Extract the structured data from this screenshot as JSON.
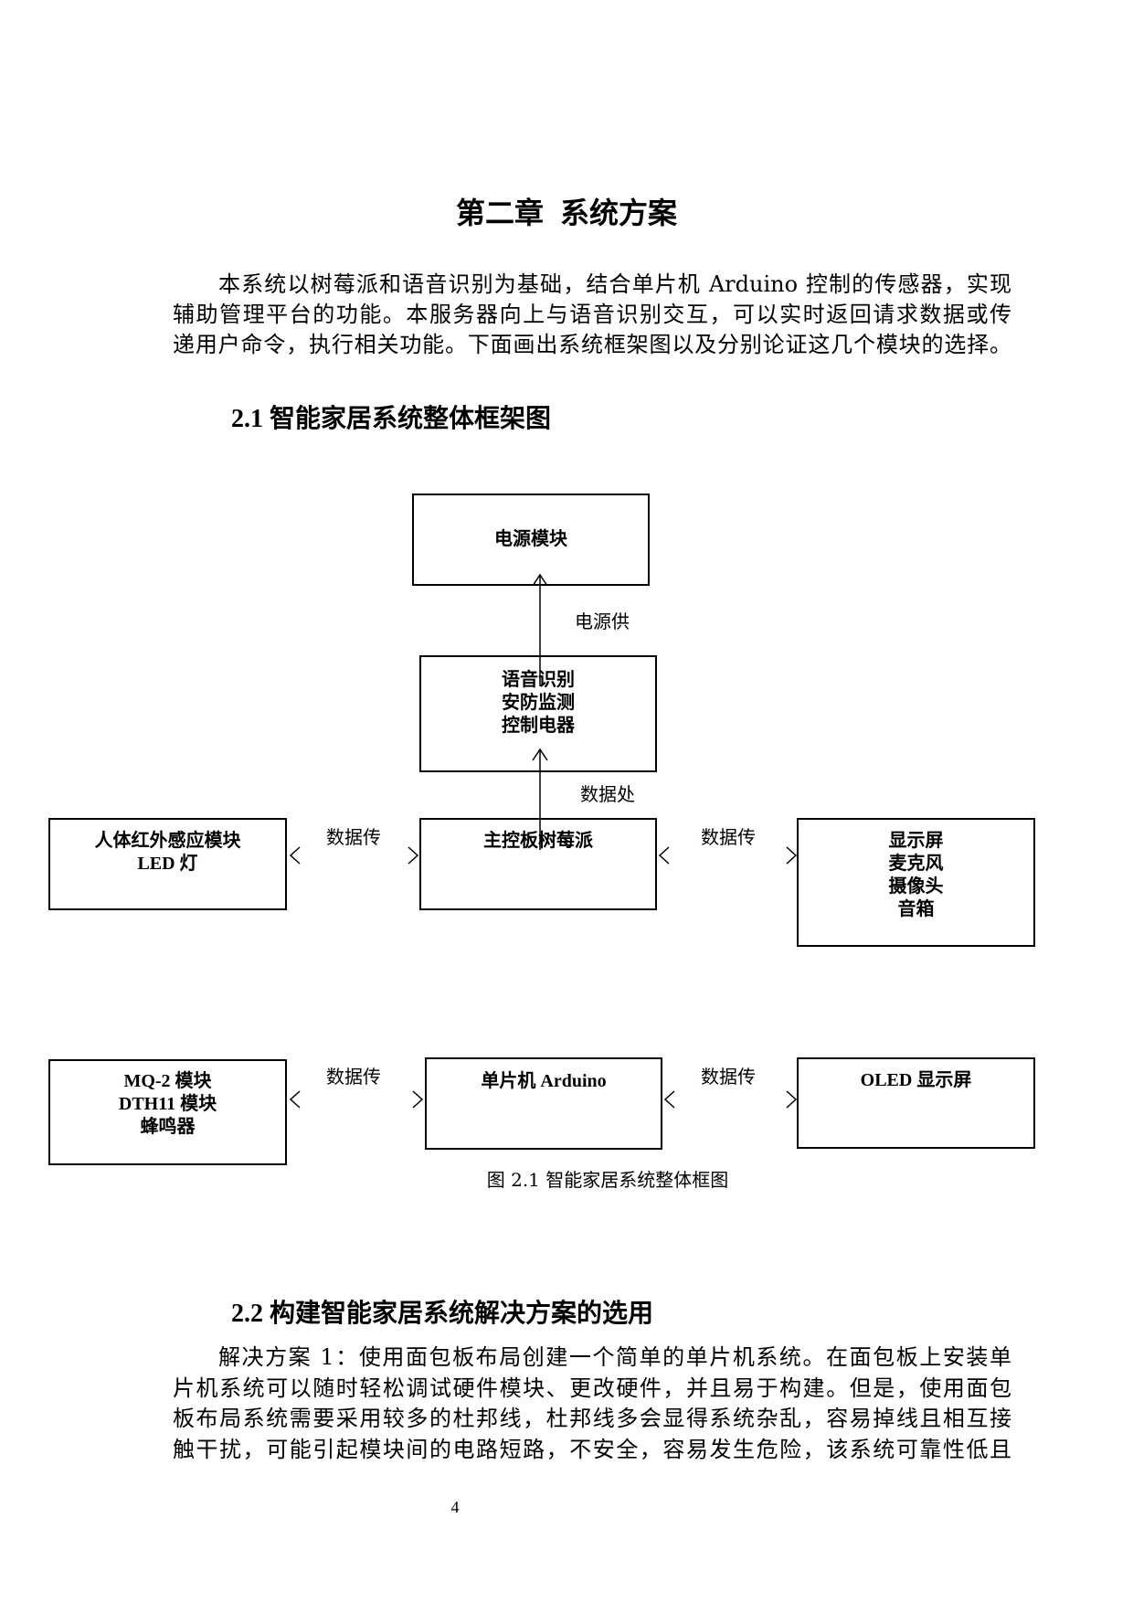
{
  "chapter_title": "第二章 系统方案",
  "intro": {
    "lines": [
      "本系统以树莓派和语音识别为基础，结合单片机 Arduino 控制的传感器，实现",
      "辅助管理平台的功能。本服务器向上与语音识别交互，可以实时返回请求数据或传",
      "递用户命令，执行相关功能。下面画出系统框架图以及分别论证这几个模块的选择。"
    ]
  },
  "section_2_1": {
    "heading": "2.1 智能家居系统整体框架图"
  },
  "diagram": {
    "power_module": {
      "lines": [
        "电源模块"
      ]
    },
    "voice_box": {
      "lines": [
        "语音识别",
        "安防监测",
        "控制电器"
      ]
    },
    "raspberry_pi": {
      "lines": [
        "主控板树莓派"
      ]
    },
    "sensor_left": {
      "lines": [
        "人体红外感应模块",
        "LED 灯"
      ]
    },
    "peripherals_right": {
      "lines": [
        "显示屏",
        "麦克风",
        "摄像头",
        "音箱"
      ]
    },
    "sensor_bottom_left": {
      "lines": [
        "MQ-2 模块",
        "DTH11 模块",
        "蜂鸣器"
      ]
    },
    "arduino": {
      "lines": [
        "单片机 Arduino"
      ]
    },
    "oled": {
      "lines": [
        "OLED 显示屏"
      ]
    },
    "labels": {
      "power_supply": "电源供",
      "data_processing": "数据处",
      "data_transfer": "数据传"
    }
  },
  "figure_caption": "图 2.1 智能家居系统整体框图",
  "section_2_2": {
    "heading": "2.2 构建智能家居系统解决方案的选用",
    "lines": [
      "解决方案 1：使用面包板布局创建一个简单的单片机系统。在面包板上安装单",
      "片机系统可以随时轻松调试硬件模块、更改硬件，并且易于构建。但是，使用面包",
      "板布局系统需要采用较多的杜邦线，杜邦线多会显得系统杂乱，容易掉线且相互接",
      "触干扰，可能引起模块间的电路短路，不安全，容易发生危险，该系统可靠性低且"
    ]
  },
  "page_number": "4"
}
